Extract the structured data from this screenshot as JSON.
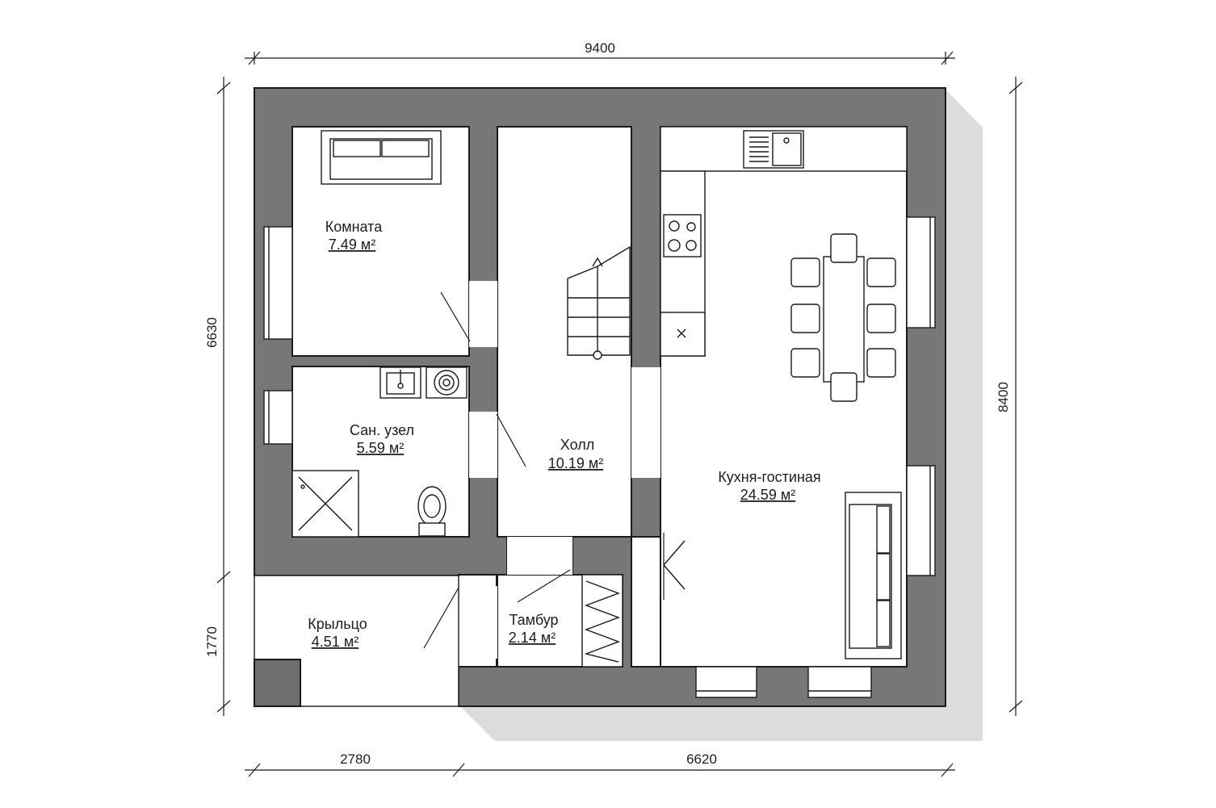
{
  "dimensions": {
    "top": "9400",
    "left_upper": "6630",
    "left_lower": "1770",
    "right": "8400",
    "bottom_left": "2780",
    "bottom_right": "6620"
  },
  "rooms": {
    "komnata": {
      "name": "Комната",
      "area": "7.49 м²"
    },
    "sanuzel": {
      "name": "Сан. узел",
      "area": "5.59 м²"
    },
    "holl": {
      "name": "Холл",
      "area": "10.19 м²"
    },
    "kuhnya": {
      "name": "Кухня-гостиная",
      "area": "24.59 м²"
    },
    "tambur": {
      "name": "Тамбур",
      "area": "2.14 м²"
    },
    "krylco": {
      "name": "Крыльцо",
      "area": "4.51 м²"
    }
  },
  "colors": {
    "wall": "#777777",
    "shadow": "#dcdcdc",
    "line": "#1a1a1a"
  }
}
